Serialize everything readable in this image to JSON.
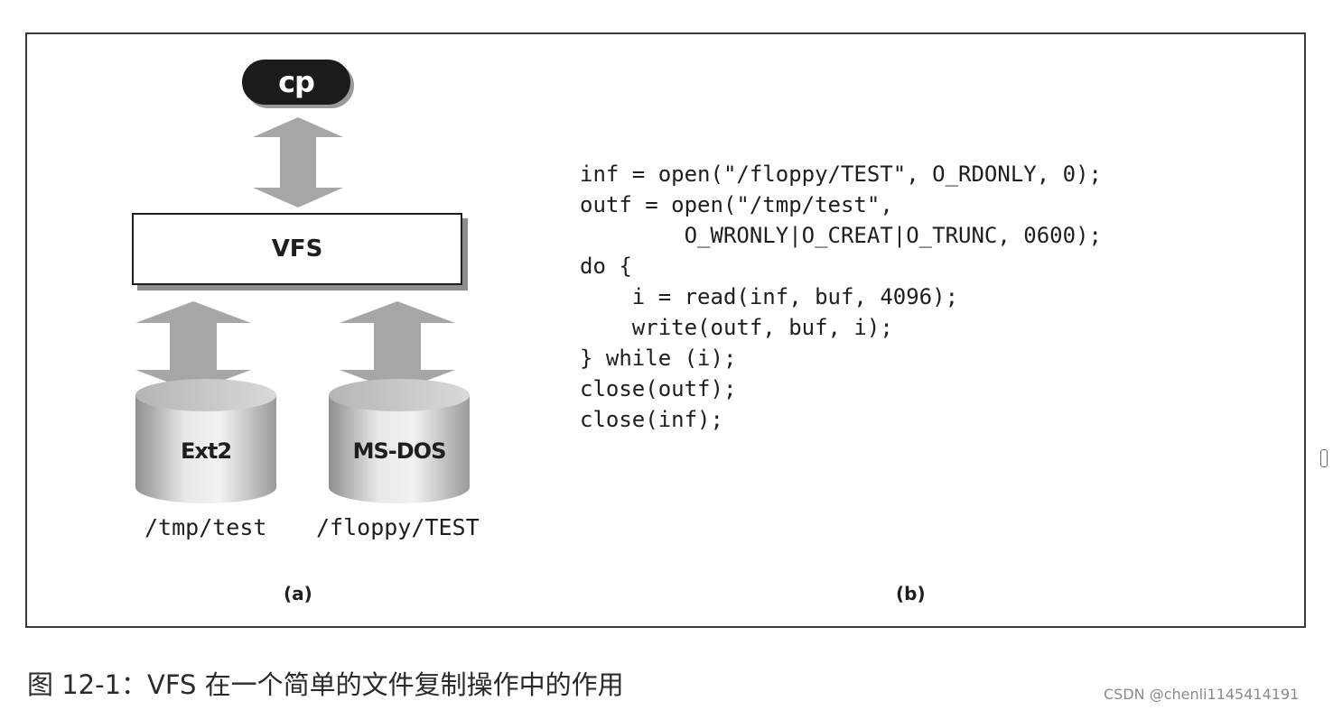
{
  "diagram": {
    "process_label": "cp",
    "vfs_label": "VFS",
    "disks": [
      {
        "name": "Ext2",
        "path": "/tmp/test"
      },
      {
        "name": "MS-DOS",
        "path": "/floppy/TEST"
      }
    ],
    "panel_captions": {
      "left": "(a)",
      "right": "(b)"
    }
  },
  "code": {
    "lines": [
      "inf = open(\"/floppy/TEST\", O_RDONLY, 0);",
      "outf = open(\"/tmp/test\",",
      "        O_WRONLY|O_CREAT|O_TRUNC, 0600);",
      "do {",
      "    i = read(inf, buf, 4096);",
      "    write(outf, buf, i);",
      "} while (i);",
      "close(outf);",
      "close(inf);"
    ]
  },
  "figure_caption": "图 12-1：VFS 在一个简单的文件复制操作中的作用",
  "watermark": "CSDN @chenli1145414191",
  "colors": {
    "arrow_gray": "#a6a6a6",
    "disk_dark": "#9a9a9a",
    "disk_light": "#e6e6e6",
    "ink": "#1e1e1e"
  }
}
